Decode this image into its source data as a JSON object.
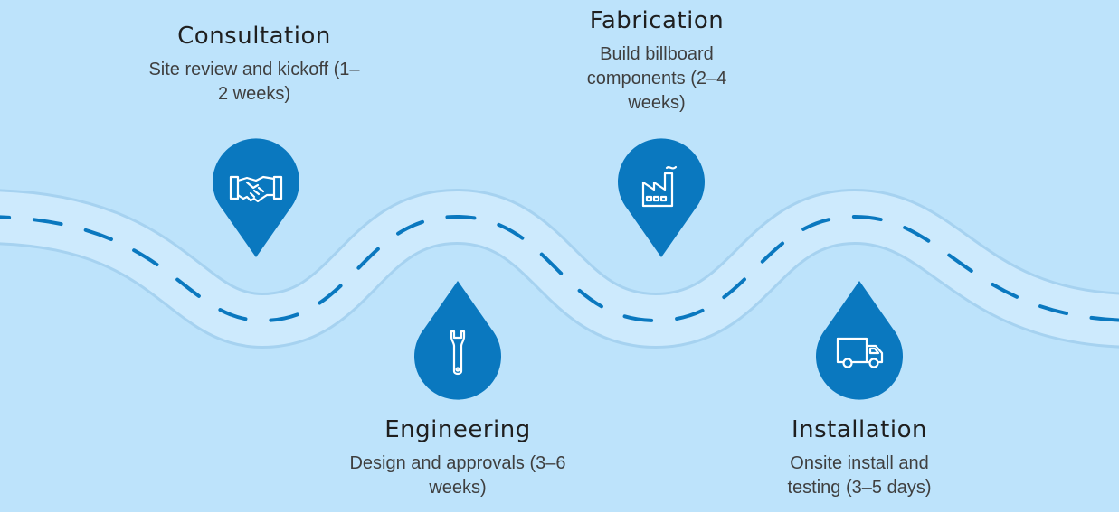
{
  "colors": {
    "background": "#bde3fb",
    "road_border": "#a6d2f0",
    "road": "#cdeafd",
    "dash": "#0a78bf",
    "pin": "#0a78bf",
    "icon": "#ffffff"
  },
  "steps": [
    {
      "id": "consultation",
      "title": "Consultation",
      "description": "Site review and kickoff (1–2 weeks)",
      "icon": "handshake-icon"
    },
    {
      "id": "engineering",
      "title": "Engineering",
      "description": "Design and approvals (3–6 weeks)",
      "icon": "wrench-icon"
    },
    {
      "id": "fabrication",
      "title": "Fabrication",
      "description": "Build billboard components (2–4 weeks)",
      "icon": "factory-icon"
    },
    {
      "id": "installation",
      "title": "Installation",
      "description": "Onsite install and testing (3–5 days)",
      "icon": "delivery-truck-icon"
    }
  ]
}
